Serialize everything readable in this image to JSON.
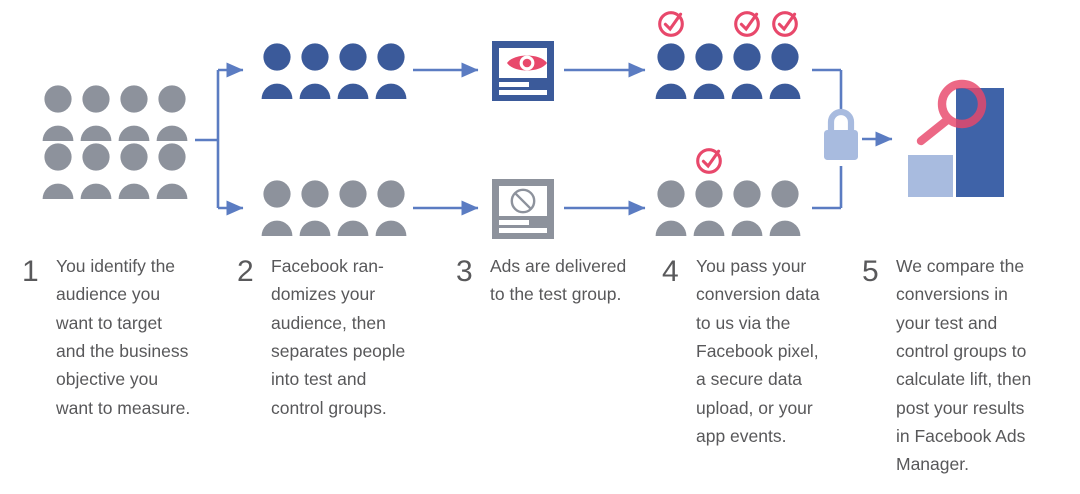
{
  "colors": {
    "facebook_blue": "#3b5a9a",
    "bar_blue_dark": "#3f63a8",
    "bar_blue_light": "#a8bbdf",
    "lock_blue": "#a8bbdf",
    "arrow_blue": "#5b7cc2",
    "gray_people": "#8d929c",
    "gray_card": "#8d929c",
    "pink": "#e8486b",
    "text_gray": "#58585a",
    "number_gray": "#59595b",
    "white": "#ffffff"
  },
  "diagram": {
    "audience": {
      "name": "full-audience",
      "icon": "people-group-icon",
      "rows": 2,
      "columns": 4,
      "color": "#8d929c"
    },
    "split_connector": {
      "name": "audience-split-connector",
      "icon": "branch-arrow-icon",
      "branches": 2
    },
    "test_group": {
      "name": "test-group",
      "icon": "people-group-icon",
      "count": 4,
      "color": "#3b5a9a"
    },
    "control_group": {
      "name": "control-group",
      "icon": "people-group-icon",
      "count": 4,
      "color": "#8d929c"
    },
    "ad_served_card": {
      "name": "ad-delivered-card",
      "icon": "eye-icon",
      "card_color": "#3b5a9a",
      "icon_color": "#e8486b",
      "text_lines": 2
    },
    "ad_withheld_card": {
      "name": "ad-withheld-card",
      "icon": "no-entry-icon",
      "card_color": "#8d929c",
      "icon_color": "#8d929c",
      "text_lines": 2
    },
    "test_conversions": {
      "name": "test-group-conversions",
      "icon": "check-circle-icon",
      "badge_color": "#e8486b",
      "people_color": "#3b5a9a",
      "people_count": 4,
      "badges_on_person_index": [
        0,
        2,
        3
      ],
      "badge_count": 3
    },
    "control_conversions": {
      "name": "control-group-conversions",
      "icon": "check-circle-icon",
      "badge_color": "#e8486b",
      "people_color": "#8d929c",
      "people_count": 4,
      "badges_on_person_index": [
        1
      ],
      "badge_count": 1
    },
    "merge_connector": {
      "name": "results-merge-connector",
      "icon": "merge-bracket-icon"
    },
    "lock": {
      "name": "secure-lock",
      "icon": "padlock-icon",
      "color": "#a8bbdf"
    },
    "results": {
      "name": "lift-results-chart",
      "icon": "magnifying-glass-icon",
      "bars": [
        {
          "name": "control-bar",
          "color": "#a8bbdf",
          "relative_height": 0.38
        },
        {
          "name": "test-bar",
          "color": "#3f63a8",
          "relative_height": 1.0
        }
      ],
      "magnifier_color": "#e8486b"
    },
    "arrows": [
      {
        "name": "arrow-test-to-ad",
        "direction": "right"
      },
      {
        "name": "arrow-ad-to-test-conversions",
        "direction": "right"
      },
      {
        "name": "arrow-control-to-ad-withheld",
        "direction": "right"
      },
      {
        "name": "arrow-ad-withheld-to-control-conversions",
        "direction": "right"
      },
      {
        "name": "arrow-lock-to-results",
        "direction": "right"
      }
    ]
  },
  "steps": [
    {
      "number": "1",
      "name": "step-identify-audience",
      "lines": [
        "You identify the",
        "audience you",
        "want to target",
        "and the business",
        "objective you",
        "want to measure."
      ]
    },
    {
      "number": "2",
      "name": "step-randomize-audience",
      "lines": [
        "Facebook ran-",
        "domizes your",
        "audience, then",
        "separates people",
        "into test and",
        "control groups."
      ]
    },
    {
      "number": "3",
      "name": "step-deliver-ads",
      "lines": [
        "Ads are delivered",
        "to the test group."
      ]
    },
    {
      "number": "4",
      "name": "step-pass-conversion-data",
      "lines": [
        "You pass your",
        "conversion data",
        "to us via the",
        "Facebook pixel,",
        "a secure data",
        "upload, or your",
        "app events."
      ]
    },
    {
      "number": "5",
      "name": "step-compare-results",
      "lines": [
        "We compare the",
        "conversions in",
        "your test and",
        "control groups to",
        "calculate lift, then",
        "post your results",
        "in Facebook Ads",
        "Manager."
      ]
    }
  ]
}
